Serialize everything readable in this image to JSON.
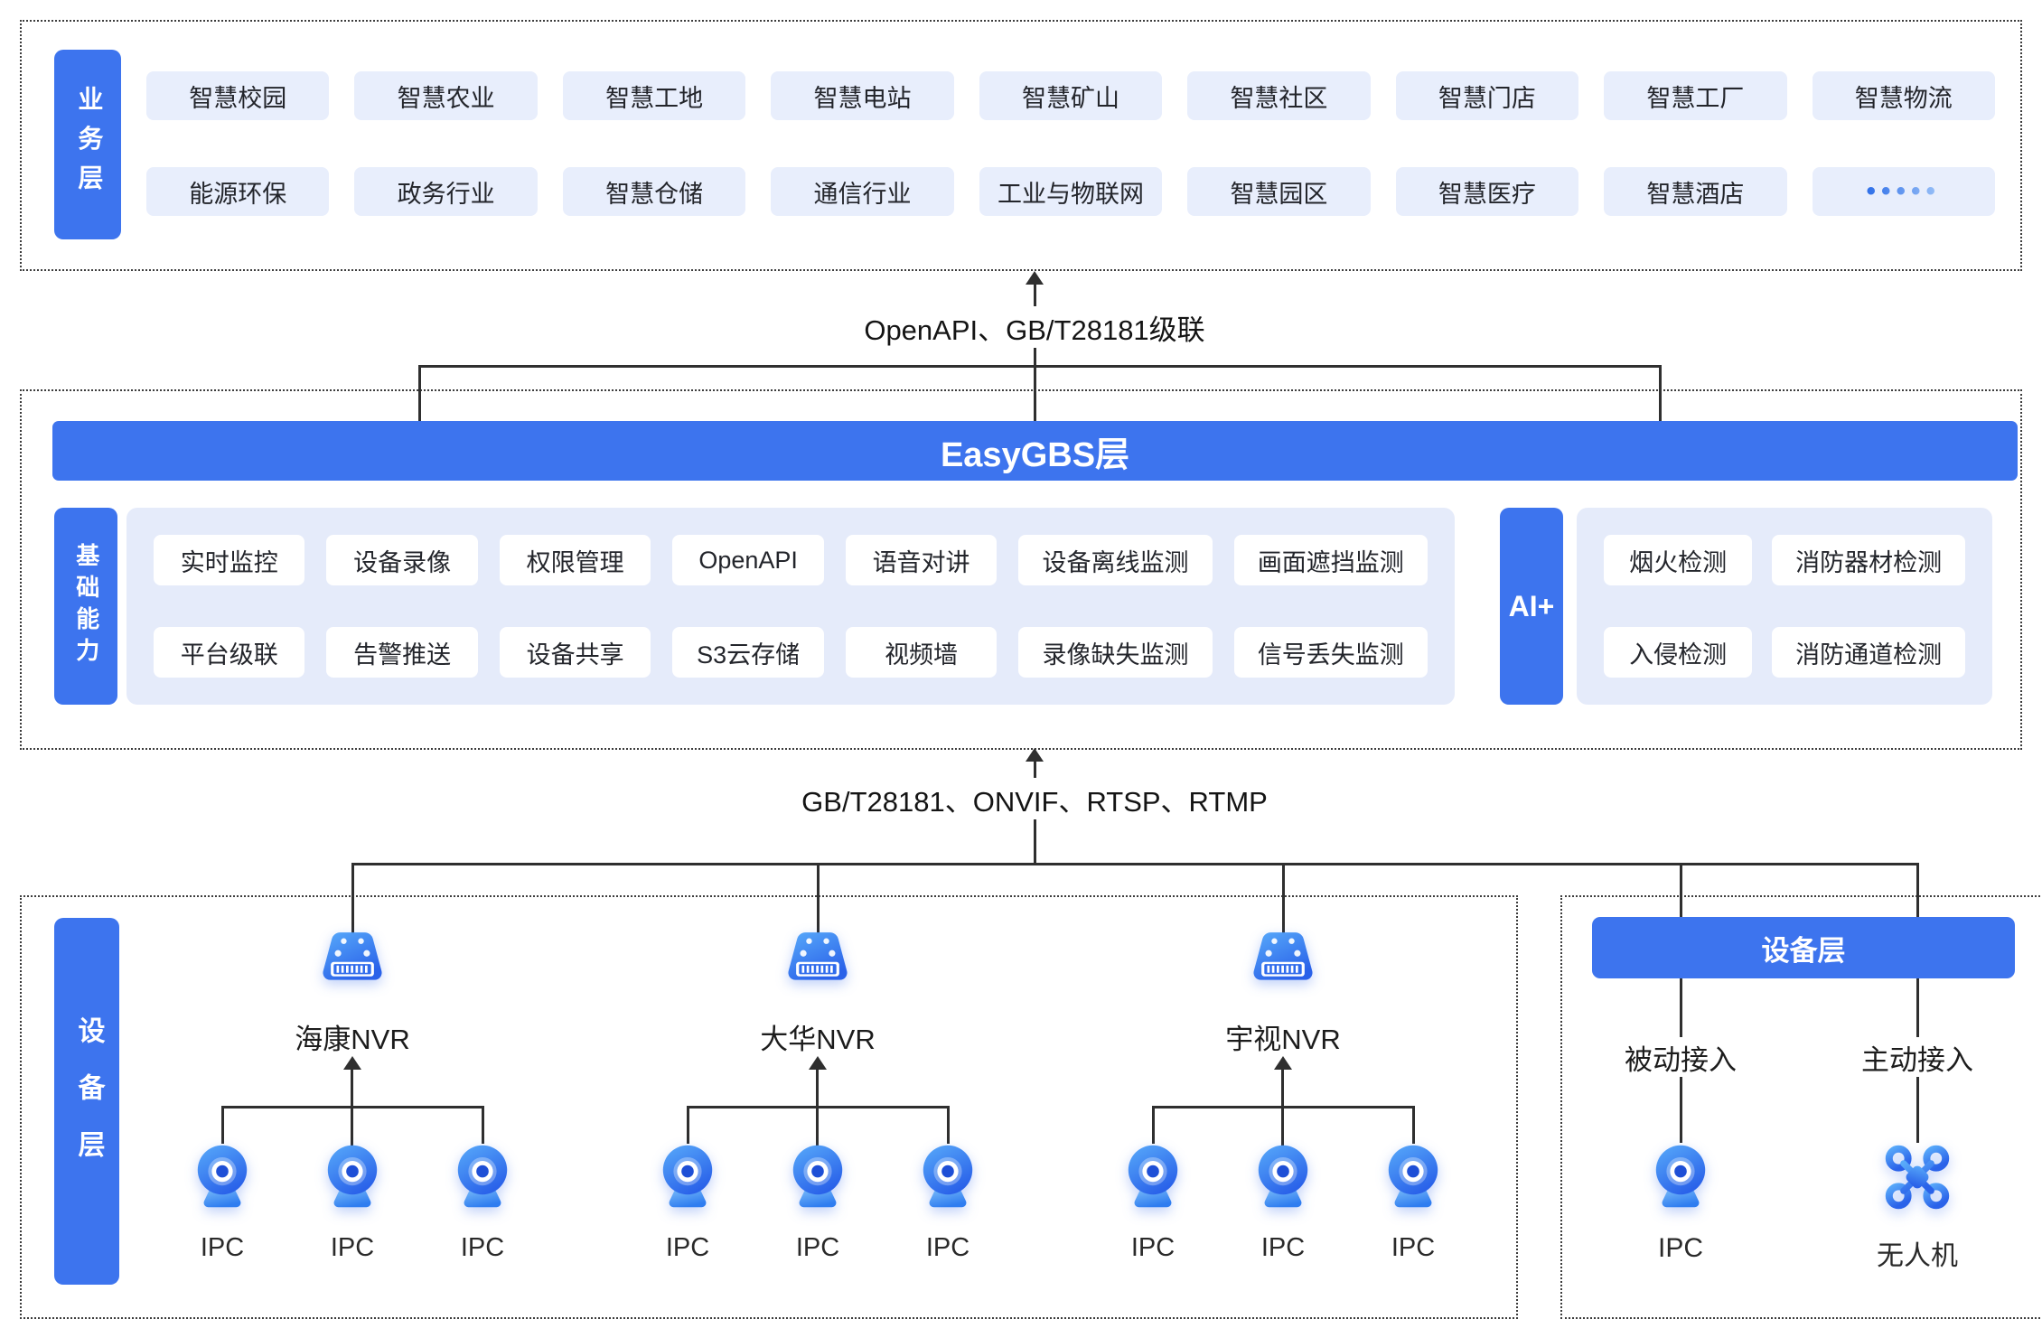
{
  "colors": {
    "primary": "#3D74EE",
    "chip_bg": "#E8EEFC",
    "panel_bg": "#E5EBFA",
    "line": "#2F2F2F"
  },
  "business_layer": {
    "label": "业务层",
    "row1": [
      "智慧校园",
      "智慧农业",
      "智慧工地",
      "智慧电站",
      "智慧矿山",
      "智慧社区",
      "智慧门店",
      "智慧工厂",
      "智慧物流"
    ],
    "row2": [
      "能源环保",
      "政务行业",
      "智慧仓储",
      "通信行业",
      "工业与物联网",
      "智慧园区",
      "智慧医疗",
      "智慧酒店",
      "•••••"
    ]
  },
  "connector_top": {
    "label": "OpenAPI、GB/T28181级联"
  },
  "easygbs": {
    "title": "EasyGBS层",
    "basic": {
      "label": "基础能力",
      "row1": [
        "实时监控",
        "设备录像",
        "权限管理",
        "OpenAPI",
        "语音对讲",
        "设备离线监测",
        "画面遮挡监测"
      ],
      "row2": [
        "平台级联",
        "告警推送",
        "设备共享",
        "S3云存储",
        "视频墙",
        "录像缺失监测",
        "信号丢失监测"
      ]
    },
    "ai": {
      "label": "AI+",
      "row1": [
        "烟火检测",
        "消防器材检测"
      ],
      "row2": [
        "入侵检测",
        "消防通道检测"
      ]
    }
  },
  "connector_bottom": {
    "label": "GB/T28181、ONVIF、RTSP、RTMP"
  },
  "device_layer": {
    "label": "设备层",
    "nvr_groups": [
      {
        "name": "海康NVR",
        "cameras": [
          "IPC",
          "IPC",
          "IPC"
        ]
      },
      {
        "name": "大华NVR",
        "cameras": [
          "IPC",
          "IPC",
          "IPC"
        ]
      },
      {
        "name": "宇视NVR",
        "cameras": [
          "IPC",
          "IPC",
          "IPC"
        ]
      }
    ],
    "panel": {
      "title": "设备层",
      "columns": [
        {
          "mode": "被动接入",
          "device": "IPC"
        },
        {
          "mode": "主动接入",
          "device": "无人机"
        }
      ]
    }
  }
}
